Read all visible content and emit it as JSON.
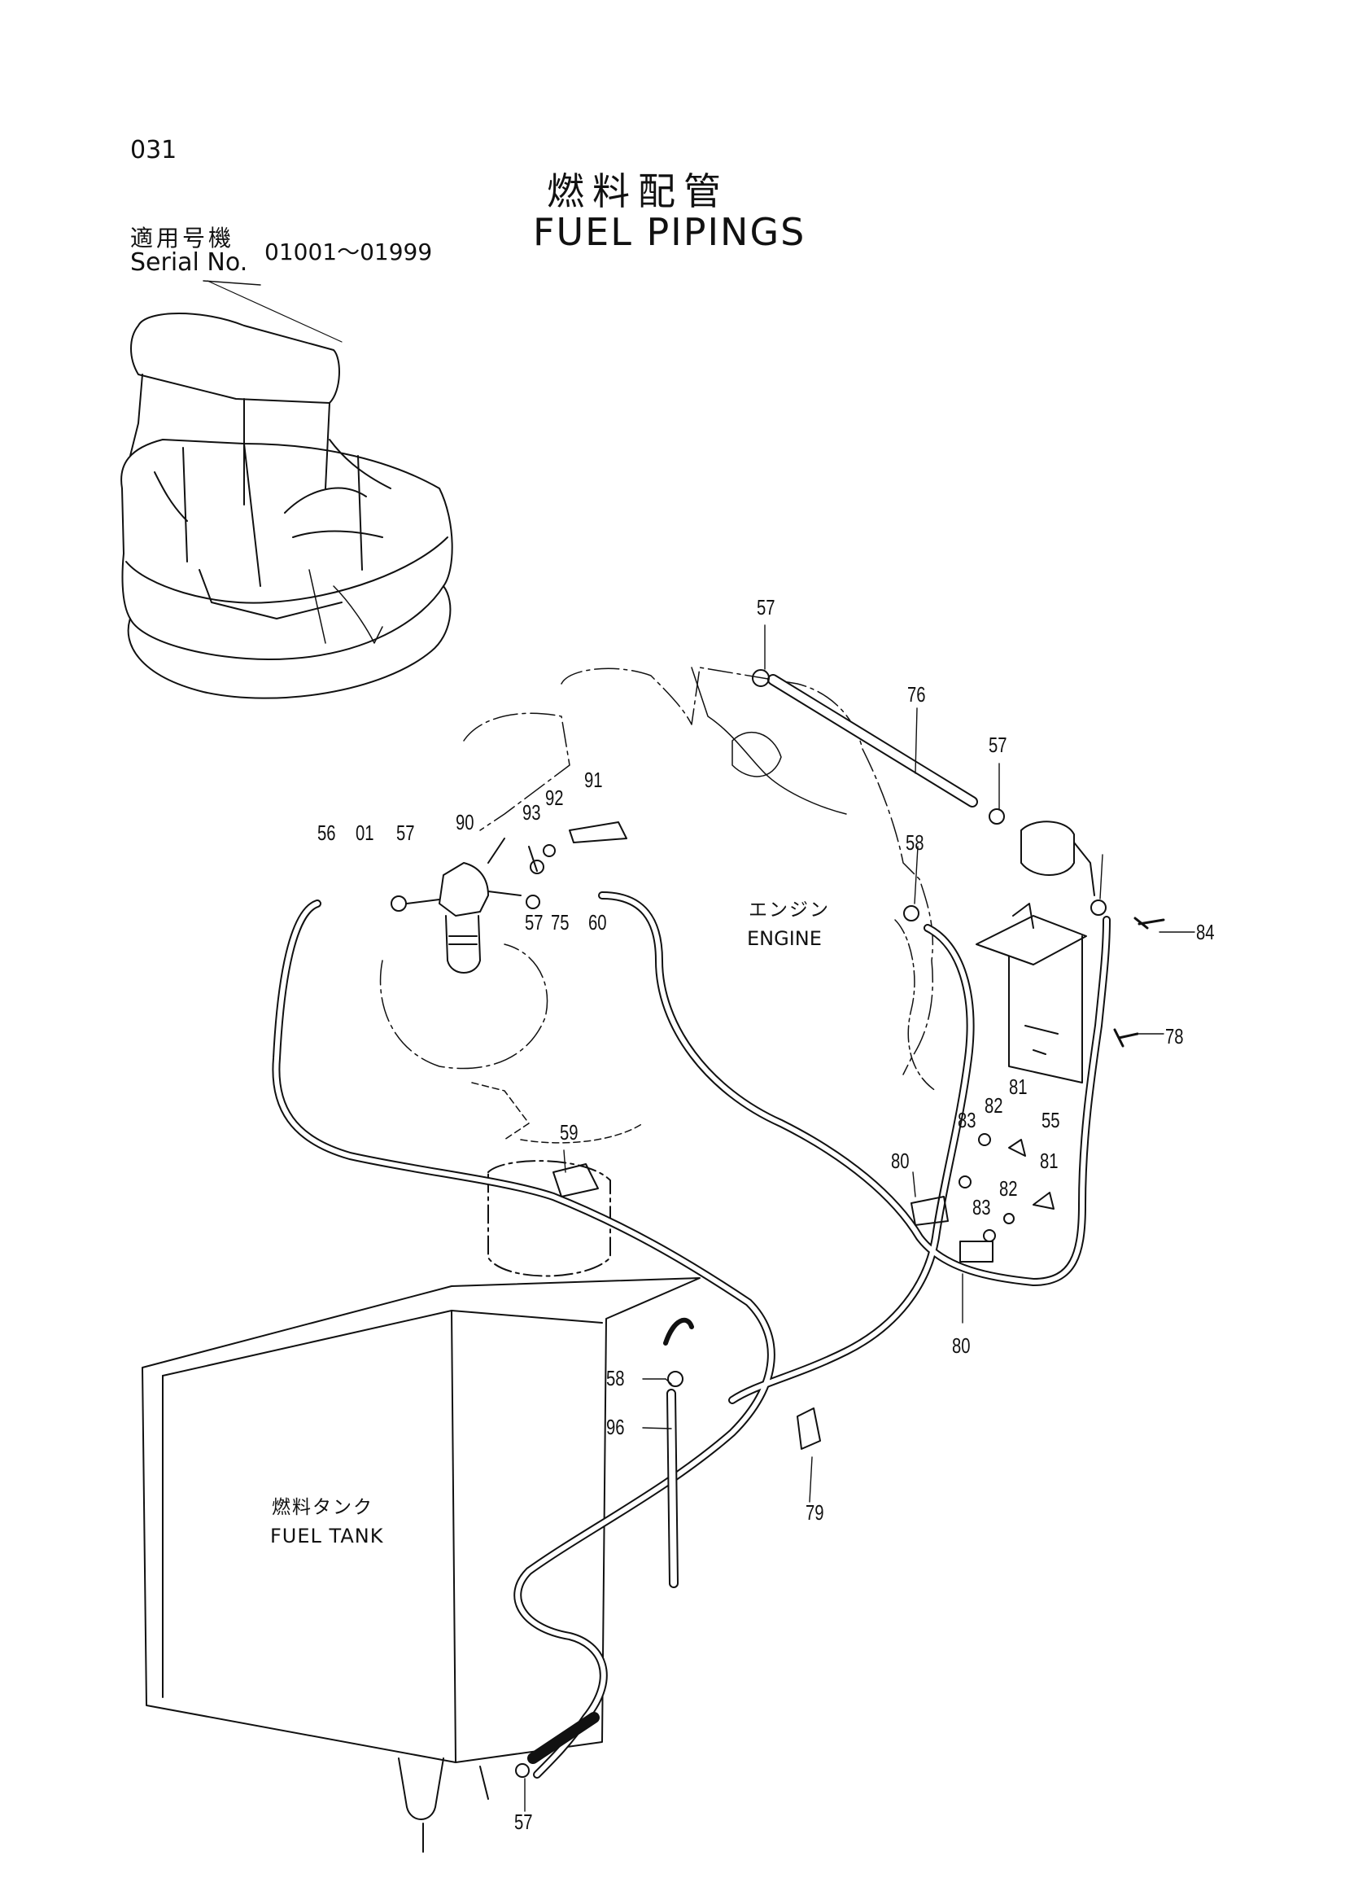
{
  "page_number": "031",
  "title": {
    "ja": "燃料配管",
    "en": "FUEL PIPINGS"
  },
  "serial": {
    "label_ja": "適用号機",
    "label_en": "Serial No.",
    "range": "01001～01999"
  },
  "labels": {
    "engine_ja": "エンジン",
    "engine_en": "ENGINE",
    "tank_ja": "燃料タンク",
    "tank_en": "FUEL TANK"
  },
  "callouts": [
    "57",
    "76",
    "57",
    "91",
    "92",
    "93",
    "90",
    "56",
    "01",
    "57",
    "58",
    "57",
    "75",
    "60",
    "84",
    "78",
    "81",
    "82",
    "83",
    "55",
    "59",
    "80",
    "83",
    "82",
    "81",
    "80",
    "58",
    "96",
    "79",
    "57"
  ]
}
